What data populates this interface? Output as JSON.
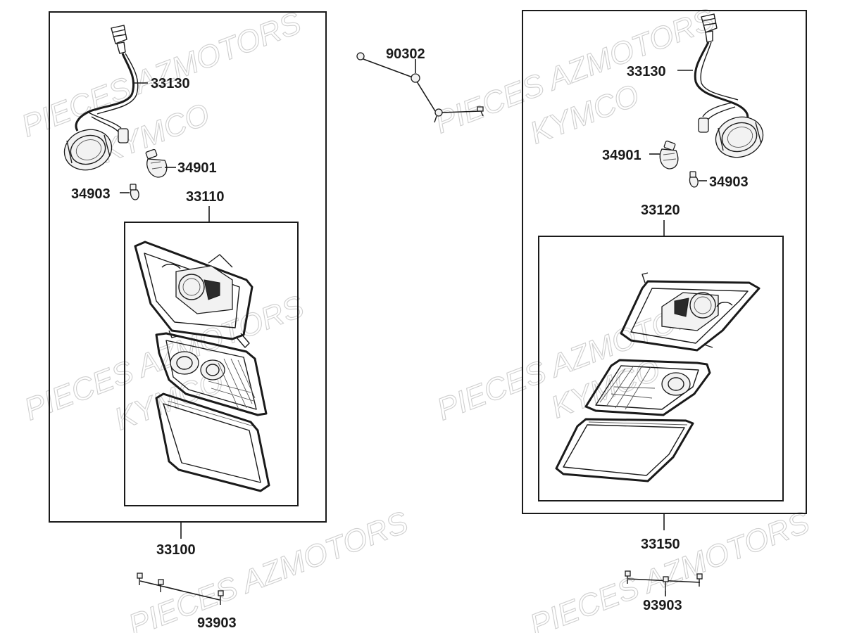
{
  "watermark": {
    "line1": "PIECES AZMOTORS",
    "line2": "KYMCO"
  },
  "left_assembly": {
    "assembly_ref": "33100",
    "wiring_ref": "33130",
    "bulb_ref": "34901",
    "small_bulb_ref": "34903",
    "lamp_unit_ref": "33110",
    "screws_ref": "93903"
  },
  "center": {
    "harness_ref": "90302"
  },
  "right_assembly": {
    "assembly_ref": "33150",
    "wiring_ref": "33130",
    "bulb_ref": "34901",
    "small_bulb_ref": "34903",
    "lamp_unit_ref": "33120",
    "screws_ref": "93903"
  }
}
